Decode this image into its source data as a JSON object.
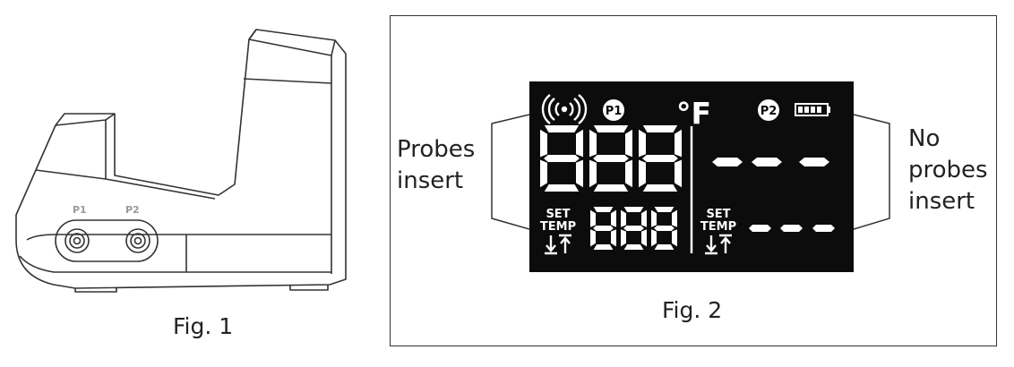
{
  "fig1": {
    "caption": "Fig. 1",
    "port_labels": [
      "P1",
      "P2"
    ]
  },
  "fig2": {
    "caption": "Fig. 2",
    "left_label_line1": "Probes",
    "left_label_line2": "insert",
    "right_label_line1": "No",
    "right_label_line2": "probes",
    "right_label_line3": "insert",
    "display": {
      "probe1_badge": "P1",
      "probe2_badge": "P2",
      "unit": "°F",
      "probe1_temp_digits": "888",
      "probe1_set_digits": "888",
      "probe2_temp_digits": "- - -",
      "probe2_set_digits": "- - -",
      "set_temp_line1": "SET",
      "set_temp_line2": "TEMP",
      "icons": [
        "wireless-signal-icon",
        "battery-icon",
        "up-down-arrows-icon"
      ]
    }
  },
  "colors": {
    "lcd_background": "#0c0c0c",
    "lcd_segments": "#ffffff",
    "line_art": "#333333",
    "port_label": "#9a9a9a"
  }
}
